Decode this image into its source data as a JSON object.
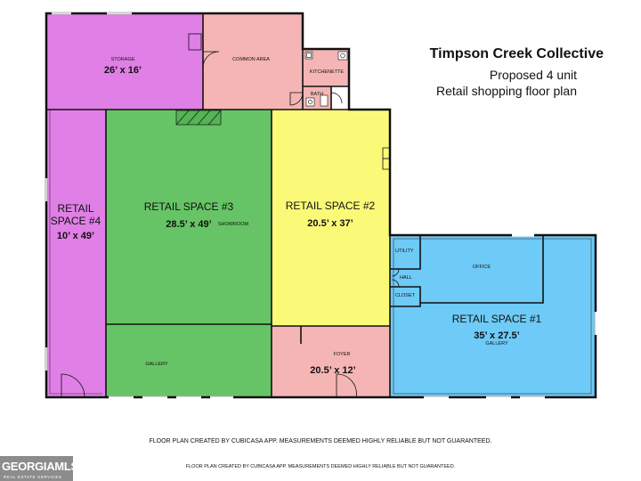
{
  "title": {
    "line1": "Timpson Creek Collective",
    "line2": "Proposed 4 unit",
    "line3": "Retail shopping floor plan"
  },
  "rooms": {
    "storage": {
      "name": "STORAGE",
      "dims": "26’ x 16’"
    },
    "common_area": {
      "name": "COMMON AREA"
    },
    "kitchenette": {
      "name": "KITCHENETTE"
    },
    "bath": {
      "name": "BATH"
    },
    "retail4": {
      "name_line1": "RETAIL",
      "name_line2": "SPACE #4",
      "dims": "10’ x 49’"
    },
    "retail3": {
      "name": "RETAIL SPACE #3",
      "dims": "28.5’ x 49’",
      "sub": "SHOWROOM"
    },
    "retail2": {
      "name": "RETAIL SPACE #2",
      "dims": "20.5’ x 37’"
    },
    "utility": {
      "name": "UTILITY"
    },
    "office": {
      "name": "OFFICE"
    },
    "hall": {
      "name": "HALL"
    },
    "closet": {
      "name": "CLOSET"
    },
    "retail1": {
      "name": "RETAIL SPACE #1",
      "dims": "35’ x 27.5’",
      "sub": "GALLERY"
    },
    "gallery3": {
      "name": "GALLERY"
    },
    "foyer": {
      "name": "FOYER",
      "dims": "20.5’ x 12’"
    }
  },
  "colors": {
    "storage": "#e07fe6",
    "common": "#f5b5b5",
    "retail4": "#e07fe6",
    "retail3": "#66c466",
    "retail2": "#fbfa78",
    "retail1": "#6ecaf7",
    "foyer": "#f5b5b5",
    "wall": "#111111"
  },
  "disclaimer_main": "FLOOR PLAN CREATED BY CUBICASA APP. MEASUREMENTS DEEMED HIGHLY RELIABLE BUT NOT GUARANTEED.",
  "disclaimer_small": "FLOOR PLAN CREATED BY CUBICASA APP. MEASUREMENTS DEEMED HIGHLY RELIABLE BUT NOT GUARANTEED.",
  "logo": {
    "name": "GEORGIAMLS",
    "tagline": "REAL ESTATE SERVICES"
  }
}
